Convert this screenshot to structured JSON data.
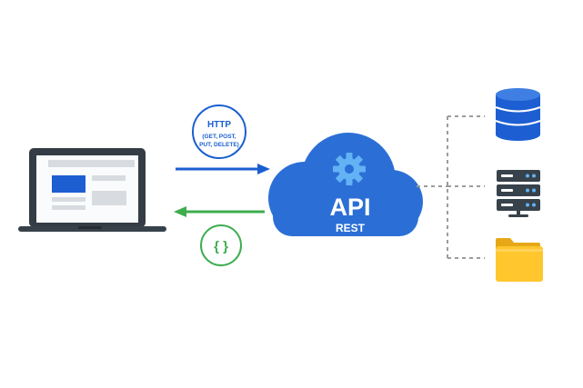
{
  "cloud": {
    "title": "API",
    "subtitle": "REST",
    "icon": "gear-icon"
  },
  "request_badge": {
    "line1": "HTTP",
    "line2": "(GET, POST,",
    "line3": "PUT, DELETE)"
  },
  "response_badge": {
    "text": "{ }"
  },
  "client": {
    "icon": "laptop-icon"
  },
  "resources": [
    {
      "icon": "database-icon"
    },
    {
      "icon": "server-icon"
    },
    {
      "icon": "folder-icon"
    }
  ],
  "colors": {
    "primary_blue": "#1a5fd0",
    "cloud_blue": "#2b6fd6",
    "gear_blue": "#62b2f5",
    "response_green": "#3dad4e",
    "folder_yellow": "#ffc62e",
    "server_dark": "#37424b",
    "connector_gray": "#9c9c9c"
  }
}
